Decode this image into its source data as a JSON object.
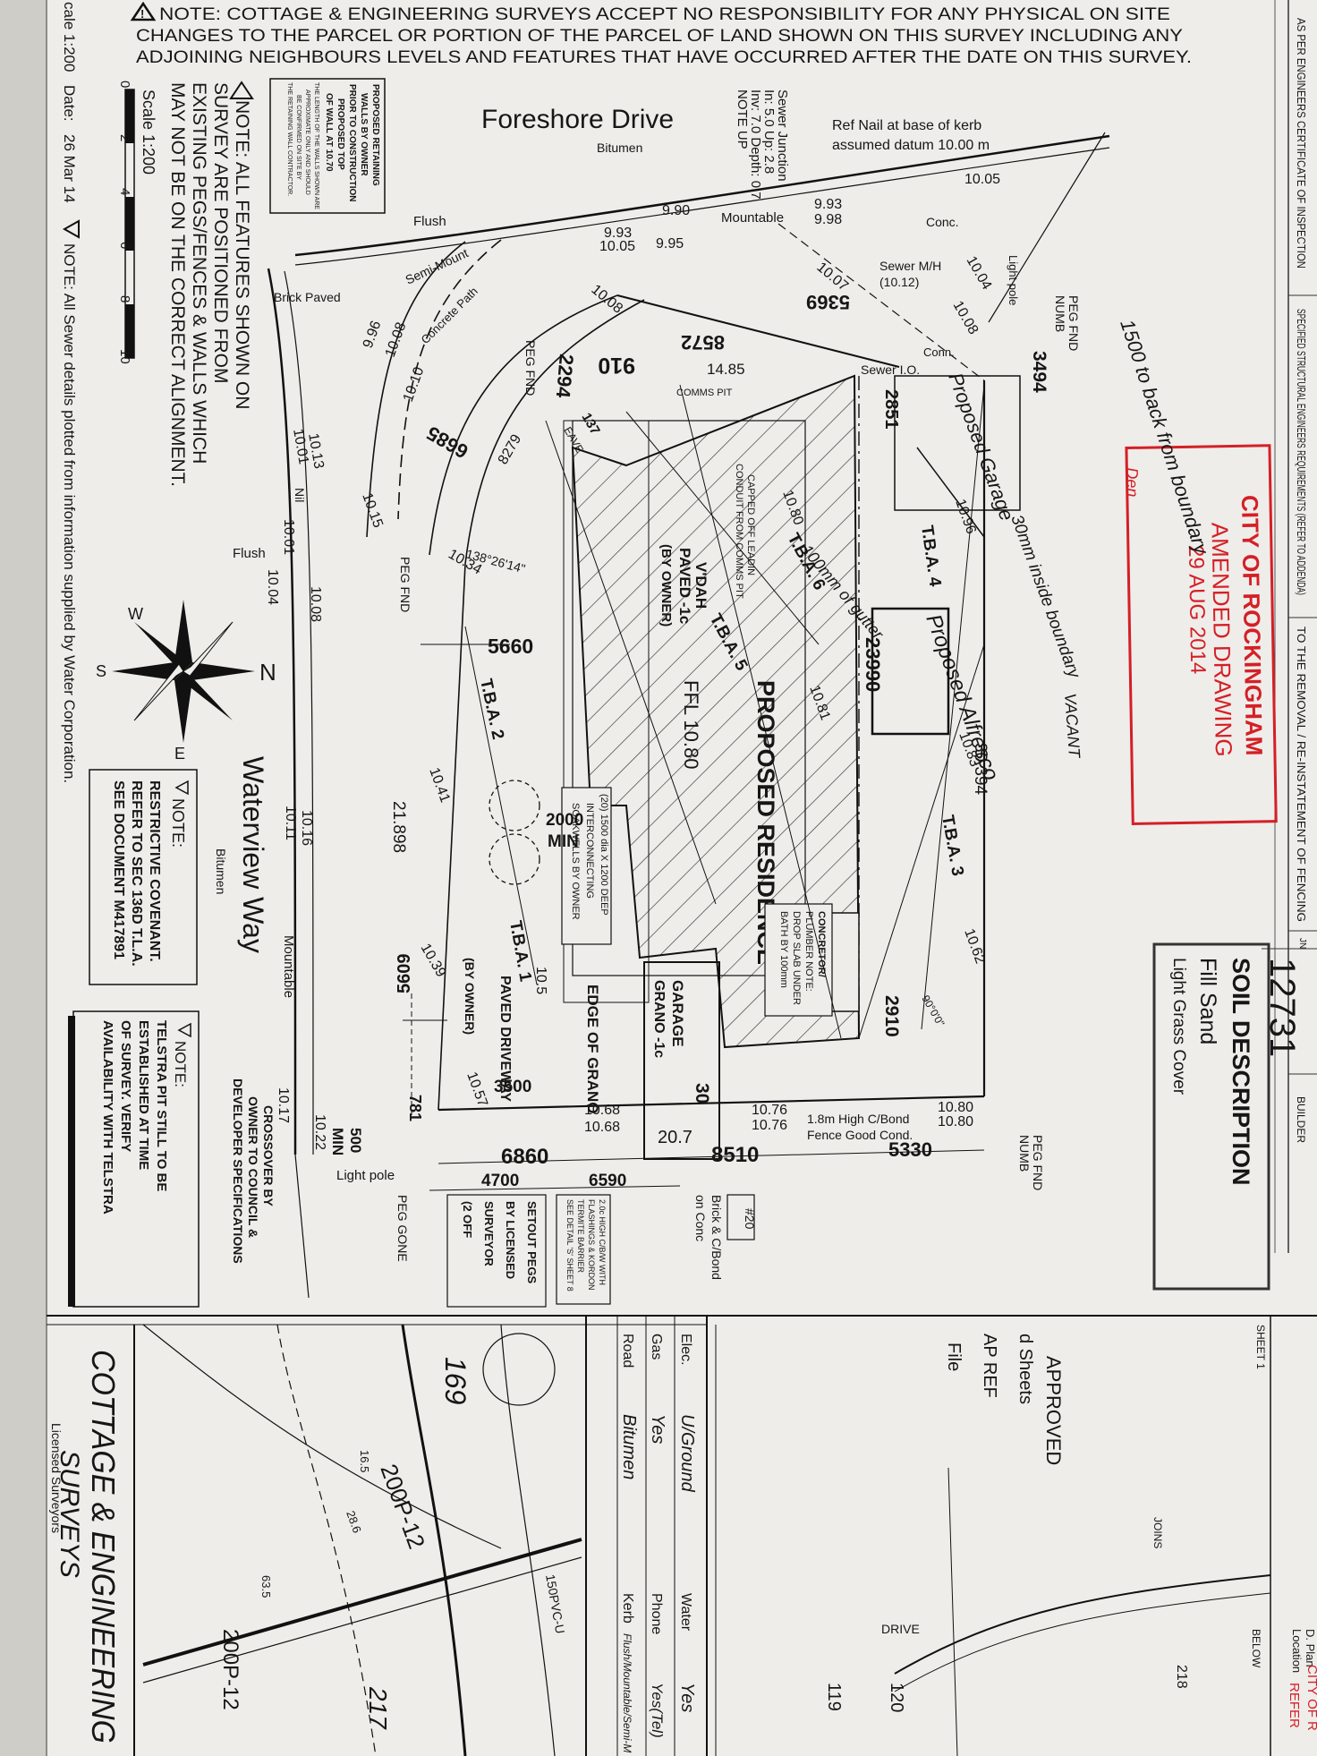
{
  "notes": {
    "top_lines": [
      "NOTE: COTTAGE & ENGINEERING SURVEYS ACCEPT NO RESPONSIBILITY FOR ANY PHYSICAL ON SITE",
      "CHANGES TO THE PARCEL OR PORTION OF THE PARCEL OF LAND SHOWN ON THIS SURVEY INCLUDING ANY",
      "ADJOINING NEIGHBOURS LEVELS AND FEATURES THAT HAVE OCCURRED AFTER THE DATE ON THIS SURVEY."
    ],
    "features": [
      "NOTE: ALL FEATURES SHOWN ON",
      "SURVEY ARE POSITIONED FROM",
      "EXISTING PEGS/FENCES & WALLS WHICH",
      "MAY NOT BE ON THE CORRECT ALIGNMENT."
    ],
    "sewer": "NOTE:  All Sewer details plotted from information supplied by Water Corporation.",
    "covenant": [
      "NOTE:",
      "RESTRICTIVE COVENANT.",
      "REFER TO SEC 136D T.L.A.",
      "SEE DOCUMENT M417891"
    ],
    "telstra": [
      "NOTE:",
      "TELSTRA PIT STILL TO BE",
      "ESTABLISHED AT TIME",
      "OF SURVEY. VERIFY",
      "AVAILABILITY WITH TELSTRA"
    ],
    "retaining": [
      "PROPOSED RETAINING",
      "WALLS BY OWNER",
      "PRIOR TO CONSTRUCTION",
      "PROPOSED TOP",
      "OF WALL AT 10.70",
      "THE LENGTH OF THE WALLS SHOWN ARE",
      "APPROXIMATE ONLY AND SHOULD",
      "BE CONFIRMED ON SITE BY",
      "THE RETAINING WALL CONTRACTOR."
    ]
  },
  "scale": {
    "label": "Scale 1:200",
    "ticks": [
      "0",
      "2",
      "4",
      "6",
      "8",
      "10"
    ],
    "edge": "cale 1:200",
    "date_label": "Date:",
    "date": "26 Mar 14"
  },
  "roads": {
    "foreshore": "Foreshore Drive",
    "waterview": "Waterview Way",
    "surface": "Bitumen"
  },
  "header": {
    "col1": "AS PER ENGINEERS CERTIFICATE OF INSPECTION",
    "col2": "SPECIFIED STRUCTURAL ENGINEERS REQUIREMENTS (REFER TO ADDENDA)",
    "col3": "TO THE REMOVAL / RE-INSTATEMENT OF FENCING",
    "job_label": "JN",
    "job_number": "12731",
    "builder_label": "BUILDER"
  },
  "soil": {
    "title": "SOIL DESCRIPTION",
    "line1": "Fill Sand",
    "line2": "Light Grass Cover"
  },
  "stamp": {
    "line1": "CITY OF ROCKINGHAM",
    "line2": "AMENDED DRAWING",
    "date": "29 AUG 2014",
    "initials": "Den"
  },
  "handwritten": {
    "setback": "1500 to back from boundary",
    "garage": "Proposed Garage",
    "alfresco": "Proposed Alfresco",
    "gutter": "100mm of gutter",
    "inside": "30mm inside boundary",
    "vacant": "VACANT"
  },
  "site": {
    "residence": "PROPOSED RESIDENCE",
    "ffl": "FFL 10.80",
    "garage": "GARAGE",
    "garage_level": "GRANO -1c",
    "vdah": "V'DAH",
    "paved1": "PAVED -1c",
    "by_owner": "(BY OWNER)",
    "edge": "EDGE OF GRANO",
    "paved_driveway": "PAVED DRIVEWAY",
    "soakwells": [
      "(20) 1500 dia X 1200 DEEP",
      "INTERCONNECTING",
      "SOAKWELLS BY OWNER"
    ],
    "plumber": [
      "CONCRETOR/",
      "PLUMBER NOTE:",
      "DROP SLAB UNDER",
      "BATH BY 100mm"
    ],
    "capped": [
      "CAPPED OFF LEADIN",
      "CONDUIT FROM COMMS PIT"
    ],
    "comms_pit": "COMMS PIT",
    "crossover": [
      "CROSSOVER BY",
      "OWNER TO COUNCIL &",
      "DEVELOPER SPECIFICATIONS"
    ],
    "setout": [
      "SETOUT PEGS",
      "BY LICENSED",
      "SURVEYOR",
      "(2 OFF"
    ],
    "flashings": [
      "2.0c HIGH C/B/W WITH",
      "FLASHINGS & KORDON",
      "TERMITE BARRIER",
      "SEE DETAIL 'S' SHEET 8"
    ],
    "fence": "1.8m High C/Bond",
    "fence2": "Fence Good Cond.",
    "brick": "Brick & C/Bond",
    "on_conc": "on Conc",
    "lot_neighbour": "#20",
    "ref_nail": "Ref Nail at base of kerb",
    "datum": "assumed datum 10.00 m",
    "sewer_junction": [
      "Sewer Junction",
      "In: 5.0 Up: 2.8",
      "Inv: 7.0 Depth: 0.7",
      "NOTE UP"
    ],
    "sewer_mh": "Sewer M/H",
    "sewer_mh_level": "(10.12)",
    "sewer_io": "Sewer I.O.",
    "conc": "Conc.",
    "conn": "Conn.",
    "light_pole": "Light pole",
    "peg_fnd": "PEG FND",
    "peg_numb": "NUMB",
    "peg_gone": "PEG GONE",
    "flush": "Flush",
    "mountable": "Mountable",
    "semi_mount": "Semi-Mount",
    "concrete_path": "Concrete Path",
    "brick_paved": "Brick Paved",
    "nil": "Nil",
    "eave": "EAVE",
    "angle": "138°26'14\"",
    "right_angle": "90°0'0\"",
    "min": "MIN",
    "tba": [
      "T.B.A. 1",
      "T.B.A. 2",
      "T.B.A. 3",
      "T.B.A. 4",
      "T.B.A. 5",
      "T.B.A. 6"
    ],
    "dims": [
      "3494",
      "5369",
      "8572",
      "910",
      "2294",
      "6685",
      "8279",
      "2851",
      "23990",
      "5660",
      "2000",
      "21.898",
      "5609",
      "781",
      "3500",
      "30",
      "6860",
      "4700",
      "6590",
      "8510",
      "5330",
      "20.7",
      "2910",
      "30.394",
      "14.85",
      "137",
      "500"
    ],
    "levels": [
      "10.05",
      "9.93",
      "10.05",
      "9.90",
      "9.95",
      "9.93",
      "9.98",
      "10.07",
      "10.08",
      "10.04",
      "10.08",
      "10.10",
      "9.96",
      "10.08",
      "10.13",
      "10.01",
      "10.15",
      "10.01",
      "10.04",
      "10.08",
      "10.16",
      "10.11",
      "10.17",
      "10.22",
      "10.41",
      "10.39",
      "10.68",
      "10.68",
      "10.76",
      "10.76",
      "10.80",
      "10.80",
      "10.62",
      "10.83",
      "10.96",
      "10.81",
      "10.80",
      "10.5",
      "10.34",
      "10.57"
    ]
  },
  "compass": {
    "n": "N",
    "e": "E",
    "s": "S",
    "w": "W"
  },
  "services": {
    "elec_label": "Elec.",
    "elec": "U/Ground",
    "gas_label": "Gas",
    "gas": "Yes",
    "road_label": "Road",
    "road": "Bitumen",
    "water_label": "Water",
    "water": "Yes",
    "phone_label": "Phone",
    "phone": "Yes(Tel)",
    "kerb_label": "Kerb",
    "kerb": "Flush/Mountable/Semi-M"
  },
  "company": {
    "name1": "COTTAGE & ENGINEERING",
    "name2": "SURVEYS",
    "sub": "Licensed Surveyors"
  },
  "locality": {
    "lots": [
      "169",
      "217",
      "218",
      "119",
      "120"
    ],
    "pipes": [
      "200P-12",
      "150PVC-U",
      "28.6",
      "16.5",
      "63.5"
    ],
    "drive": "DRIVE",
    "approved": "APPROVED",
    "sheets": "d Sheets",
    "map_ref": "AP REF",
    "file": "File",
    "sheet": "SHEET 1",
    "dplan": "D. Plan",
    "location": "Location",
    "refer": "REFER",
    "city": "CITY OF R",
    "joins": "JOINS",
    "below": "BELOW"
  }
}
